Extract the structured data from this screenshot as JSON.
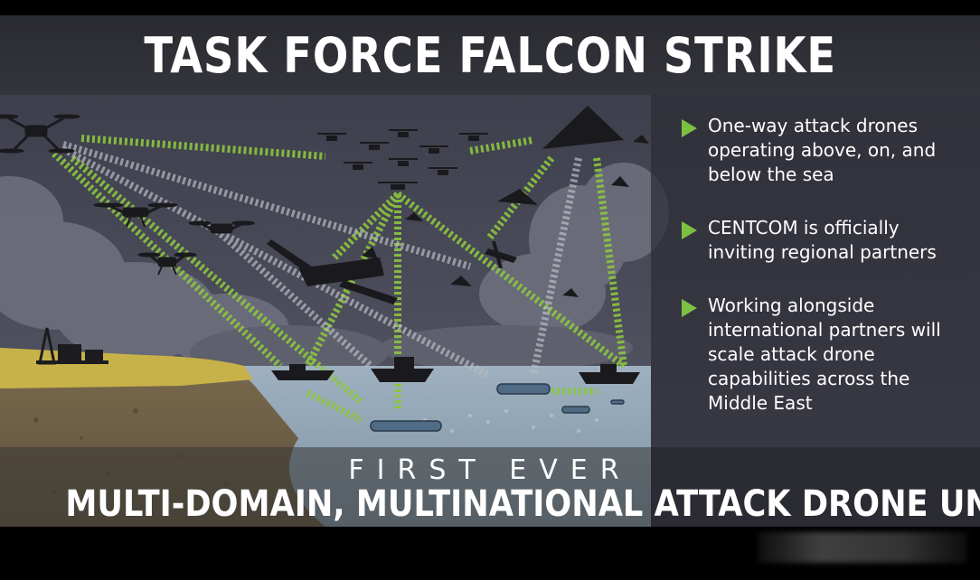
{
  "title": "TASK FORCE FALCON STRIKE",
  "bullets": [
    "One-way attack drones operating above, on, and below the sea",
    "CENTCOM is officially inviting regional partners",
    "Working alongside international partners will scale attack drone capabilities across the Middle East"
  ],
  "banner_top": "FIRST EVER",
  "banner_main": "MULTI-DOMAIN, MULTINATIONAL ATTACK DRONE UNIT",
  "colors": {
    "accent_green": "#7dc142",
    "sky": "#4d4e5c",
    "sea": "#8fa3b4",
    "sand": "#c7b24a",
    "dark_panel": "#2c2d34"
  }
}
